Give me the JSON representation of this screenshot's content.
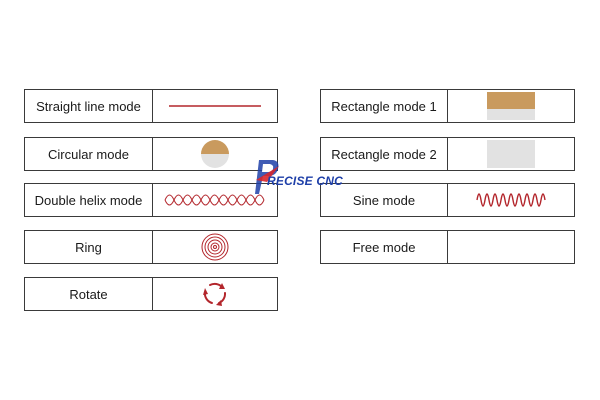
{
  "modes_left": [
    {
      "label": "Straight line mode",
      "icon": "straight-line-icon"
    },
    {
      "label": "Circular mode",
      "icon": "semicircle-icon"
    },
    {
      "label": "Double helix mode",
      "icon": "double-helix-icon"
    },
    {
      "label": "Ring",
      "icon": "concentric-rings-icon"
    },
    {
      "label": "Rotate",
      "icon": "rotate-arrows-icon"
    }
  ],
  "modes_right": [
    {
      "label": "Rectangle mode 1",
      "icon": "rectangle-half-icon"
    },
    {
      "label": "Rectangle mode 2",
      "icon": "rectangle-gray-icon"
    },
    {
      "label": "Sine mode",
      "icon": "sine-wave-icon"
    },
    {
      "label": "Free mode",
      "icon": ""
    }
  ],
  "watermark": {
    "text": "RECISE CNC"
  },
  "colors": {
    "accent_red": "#b3262c",
    "cork": "#c99a5e",
    "light_gray": "#e2e2e2",
    "logo_blue": "#1e3fa8"
  }
}
